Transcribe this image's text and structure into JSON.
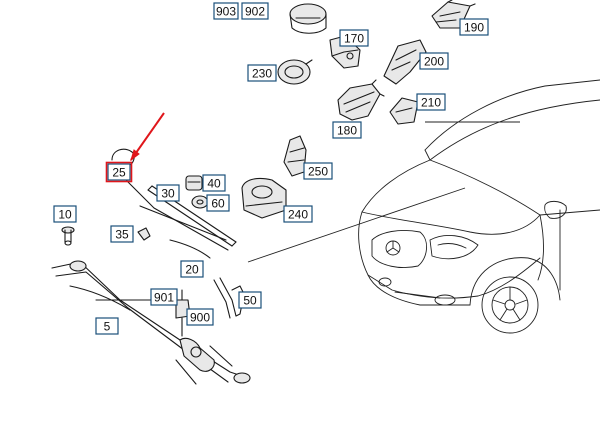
{
  "callouts": [
    {
      "id": "c903",
      "label": "903"
    },
    {
      "id": "c902",
      "label": "902"
    },
    {
      "id": "c190",
      "label": "190"
    },
    {
      "id": "c170",
      "label": "170"
    },
    {
      "id": "c200",
      "label": "200"
    },
    {
      "id": "c230",
      "label": "230"
    },
    {
      "id": "c210",
      "label": "210"
    },
    {
      "id": "c180",
      "label": "180"
    },
    {
      "id": "c25",
      "label": "25"
    },
    {
      "id": "c250",
      "label": "250"
    },
    {
      "id": "c40",
      "label": "40"
    },
    {
      "id": "c30",
      "label": "30"
    },
    {
      "id": "c60",
      "label": "60"
    },
    {
      "id": "c240",
      "label": "240"
    },
    {
      "id": "c10",
      "label": "10"
    },
    {
      "id": "c35",
      "label": "35"
    },
    {
      "id": "c20",
      "label": "20"
    },
    {
      "id": "c901",
      "label": "901"
    },
    {
      "id": "c50",
      "label": "50"
    },
    {
      "id": "c900",
      "label": "900"
    },
    {
      "id": "c5",
      "label": "5"
    }
  ],
  "highlight": {
    "label_ref": "25",
    "color": "#e0161b"
  },
  "colors": {
    "callout_border": "#1a4f7a",
    "highlight": "#e0161b",
    "line": "#1a1a1a"
  }
}
